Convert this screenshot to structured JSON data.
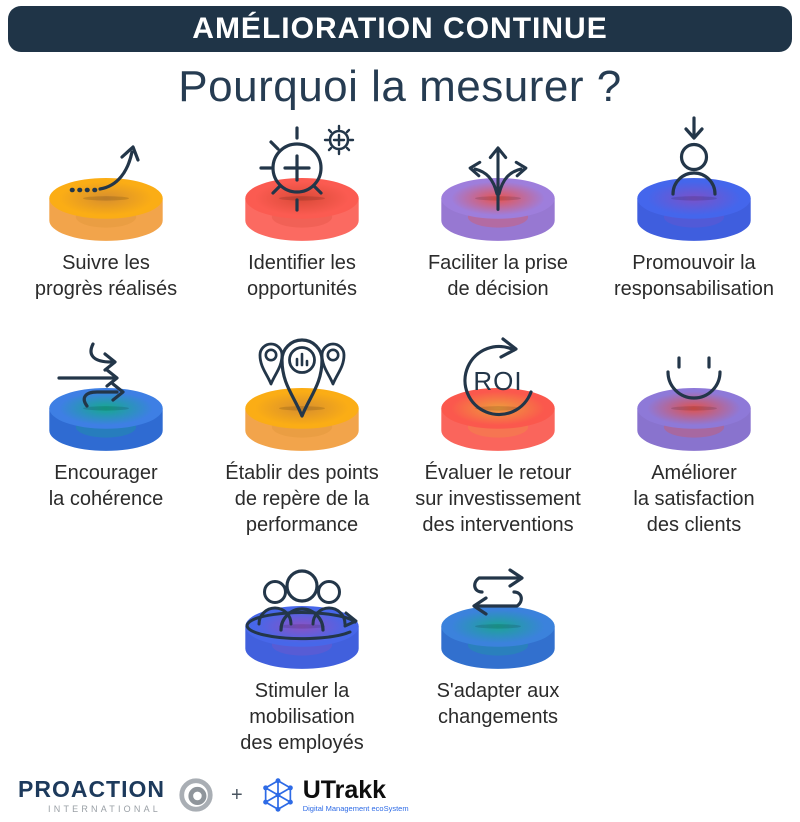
{
  "header": {
    "banner": "AMÉLIORATION CONTINUE",
    "title": "Pourquoi la mesurer ?"
  },
  "items": [
    {
      "label": "Suivre les\nprogrès réalisés",
      "icon": "trend-arrow-icon",
      "disc": {
        "top": "#FBAD15",
        "side": "#F2A44B",
        "glow": "#D78E2E"
      }
    },
    {
      "label": "Identifier les\nopportunités",
      "icon": "opportunity-lens-icon",
      "disc": {
        "top": "#FB5B51",
        "side": "#FB6A61",
        "glow": "#D94A38"
      }
    },
    {
      "label": "Faciliter la prise\nde décision",
      "icon": "decision-arrows-icon",
      "disc": {
        "top": "#9E7EDC",
        "side": "#9778D2",
        "glow": "#E8544E"
      }
    },
    {
      "label": "Promouvoir la\nresponsabilisation",
      "icon": "accountability-person-icon",
      "disc": {
        "top": "#4466EC",
        "side": "#3F5EDE",
        "glow": "#7A52C8"
      }
    },
    {
      "label": "Encourager\nla cohérence",
      "icon": "coherence-arrows-icon",
      "disc": {
        "top": "#3E7FE4",
        "side": "#2F6BD2",
        "glow": "#16A98E"
      }
    },
    {
      "label": "Établir des points\nde repère de la\nperformance",
      "icon": "benchmark-pins-icon",
      "disc": {
        "top": "#FBAD15",
        "side": "#F2A44B",
        "glow": "#D78E2E"
      }
    },
    {
      "label": "Évaluer le retour\nsur investissement\ndes interventions",
      "icon": "roi-cycle-icon",
      "disc": {
        "top": "#FB584D",
        "side": "#FA655C",
        "glow": "#EE9D3C"
      }
    },
    {
      "label": "Améliorer\nla satisfaction\ndes clients",
      "icon": "smile-icon",
      "disc": {
        "top": "#8E79D8",
        "side": "#8973CE",
        "glow": "#E0524C"
      }
    },
    {
      "label": "Stimuler la\nmobilisation\ndes employés",
      "icon": "team-loop-icon",
      "disc": {
        "top": "#4767E9",
        "side": "#4160DD",
        "glow": "#8A52C4"
      }
    },
    {
      "label": "S'adapter aux\nchangements",
      "icon": "swap-arrows-icon",
      "disc": {
        "top": "#3B82DC",
        "side": "#3270CE",
        "glow": "#1CA495"
      }
    }
  ],
  "roi_text": "ROI",
  "footer": {
    "proaction_name": "PROACTION",
    "proaction_sub": "INTERNATIONAL",
    "plus": "+",
    "utrakk_name": "UTrakk",
    "utrakk_tagline": "Digital Management ecoSystem"
  },
  "colors": {
    "banner_bg": "#1F3447",
    "title_color": "#263C52",
    "icon_stroke": "#233649",
    "label_color": "#2B2B2B",
    "proaction_navy": "#1D3A5C",
    "proaction_gray": "#9AA0A6",
    "utrakk_blue": "#2E6BE6"
  }
}
